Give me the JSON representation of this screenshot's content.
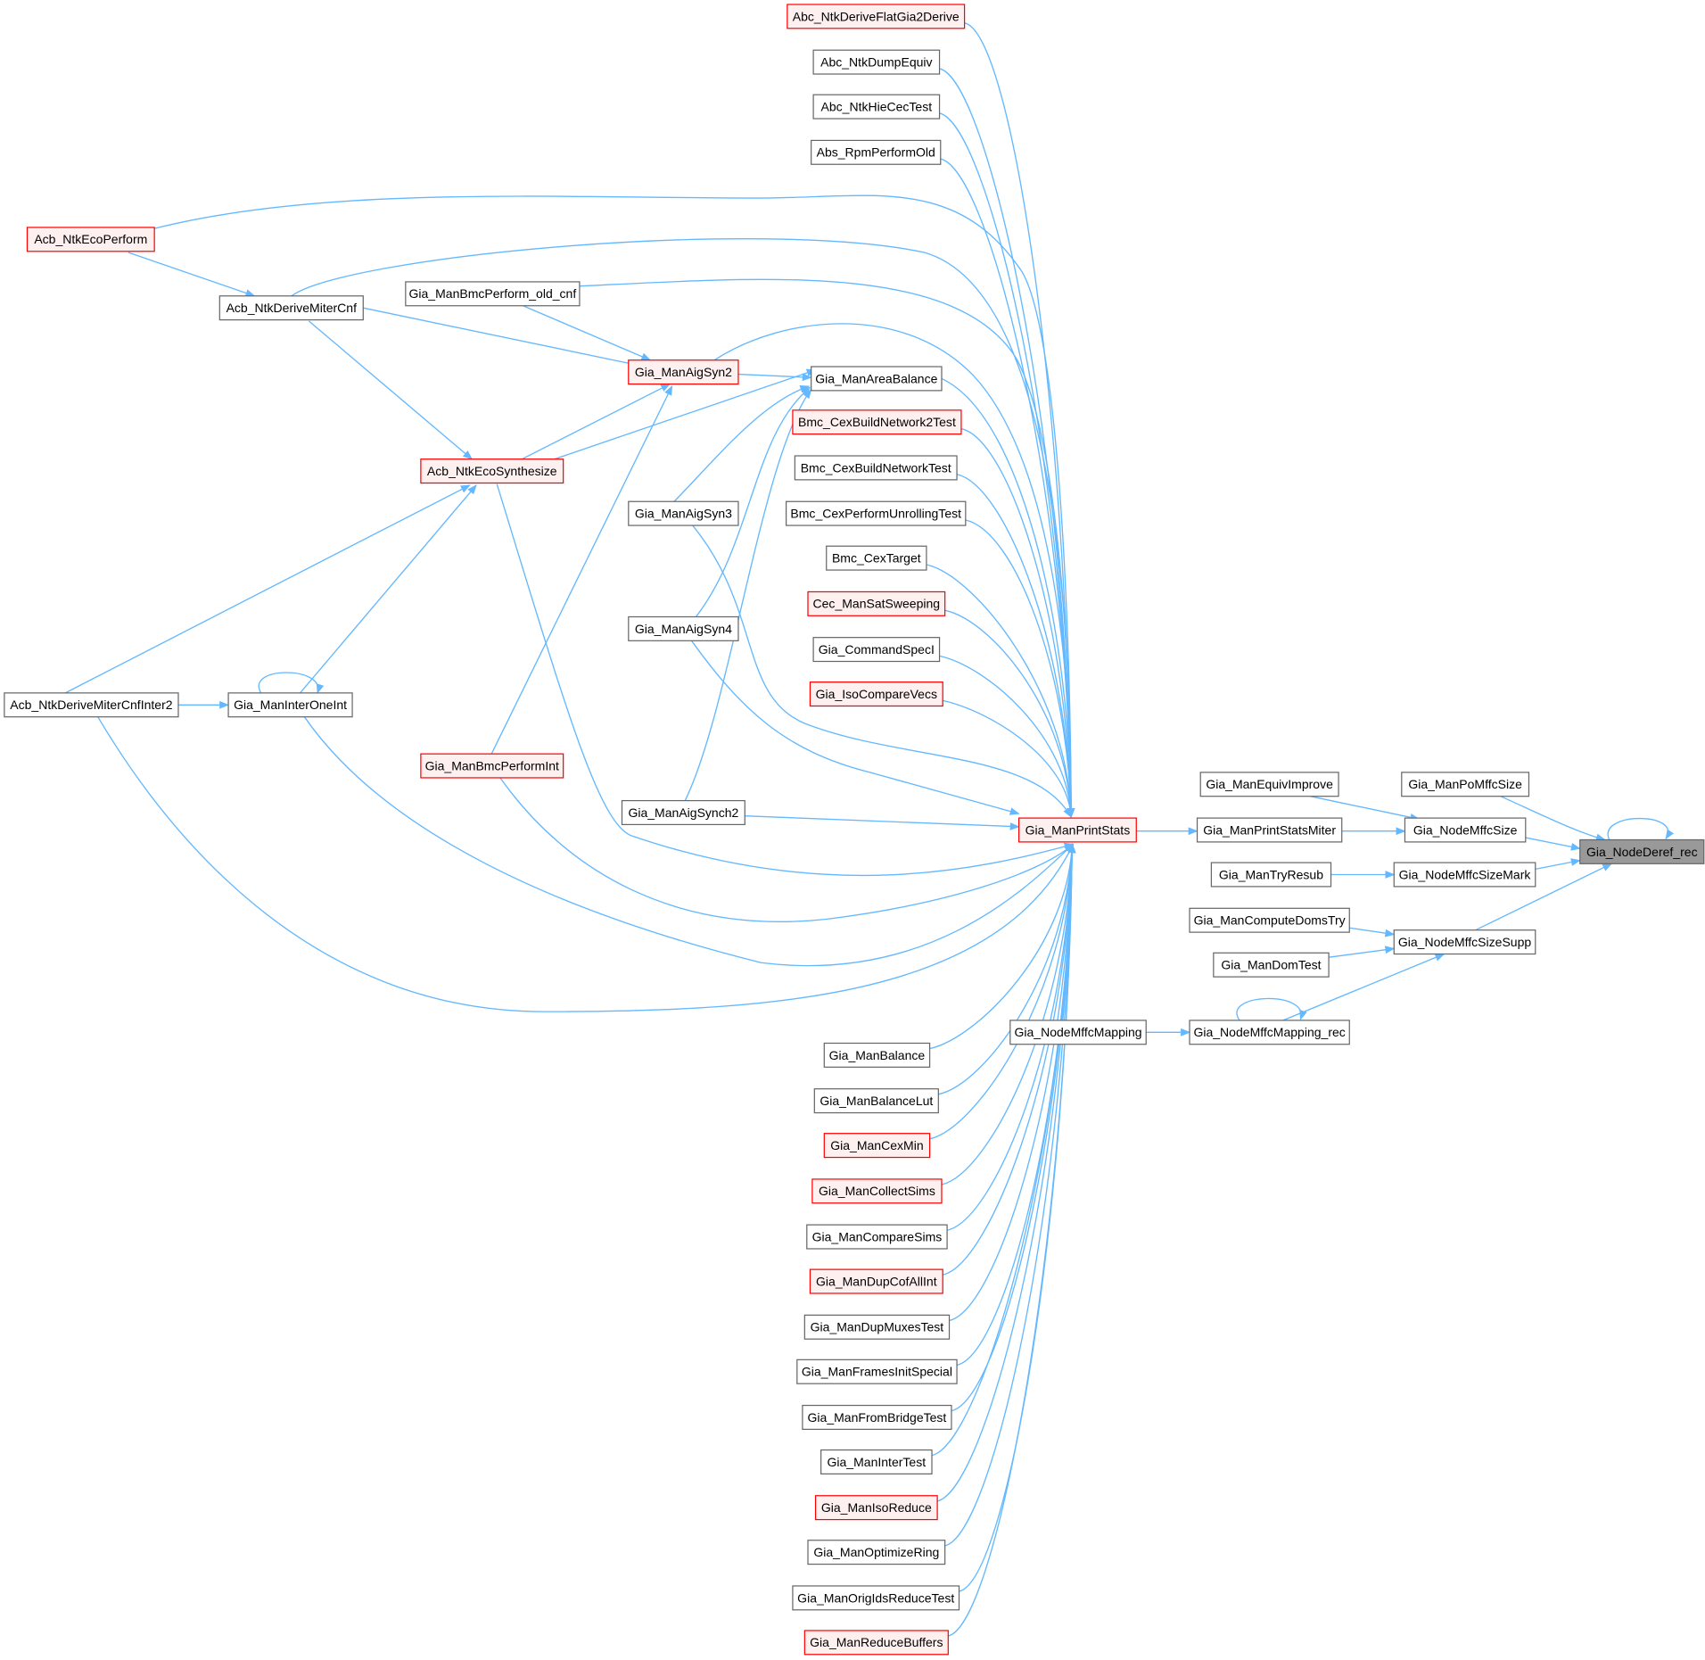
{
  "colors": {
    "edge": "#63b8ff",
    "normal_border": "#666666",
    "normal_fill": "#ffffff",
    "highlight_border": "#ff0000",
    "highlight_fill": "#fff0f0",
    "focus_fill": "#999999",
    "focus_border": "#666666"
  },
  "nodes": {
    "abc_ntkderiveflatgia2derive": {
      "label": "Abc_NtkDeriveFlatGia2Derive",
      "style": "red"
    },
    "abc_ntkdumpequiv": {
      "label": "Abc_NtkDumpEquiv",
      "style": "normal"
    },
    "abc_ntkhiecectest": {
      "label": "Abc_NtkHieCecTest",
      "style": "normal"
    },
    "abs_rpmperformold": {
      "label": "Abs_RpmPerformOld",
      "style": "normal"
    },
    "acb_ntkecoperform": {
      "label": "Acb_NtkEcoPerform",
      "style": "red"
    },
    "acb_ntkderivemitercnf": {
      "label": "Acb_NtkDeriveMiterCnf",
      "style": "normal"
    },
    "gia_manbmcperform_old_cnf": {
      "label": "Gia_ManBmcPerform_old_cnf",
      "style": "normal"
    },
    "gia_manaigsyn2": {
      "label": "Gia_ManAigSyn2",
      "style": "red"
    },
    "gia_manareabalance": {
      "label": "Gia_ManAreaBalance",
      "style": "normal"
    },
    "bmc_cexbuildnetwork2test": {
      "label": "Bmc_CexBuildNetwork2Test",
      "style": "red"
    },
    "acb_ntkecosynthesize": {
      "label": "Acb_NtkEcoSynthesize",
      "style": "red"
    },
    "bmc_cexbuildnetworktest": {
      "label": "Bmc_CexBuildNetworkTest",
      "style": "normal"
    },
    "bmc_cexperformunrollingtest": {
      "label": "Bmc_CexPerformUnrollingTest",
      "style": "normal"
    },
    "gia_manaigsyn3": {
      "label": "Gia_ManAigSyn3",
      "style": "normal"
    },
    "bmc_cextarget": {
      "label": "Bmc_CexTarget",
      "style": "normal"
    },
    "cec_mansatsweeping": {
      "label": "Cec_ManSatSweeping",
      "style": "red"
    },
    "gia_manaigsyn4": {
      "label": "Gia_ManAigSyn4",
      "style": "normal"
    },
    "gia_commandspeci": {
      "label": "Gia_CommandSpecI",
      "style": "normal"
    },
    "gia_isocomparevecs": {
      "label": "Gia_IsoCompareVecs",
      "style": "red"
    },
    "acb_ntkderivemitercnfinter2": {
      "label": "Acb_NtkDeriveMiterCnfInter2",
      "style": "normal"
    },
    "gia_maninteroneint": {
      "label": "Gia_ManInterOneInt",
      "style": "normal"
    },
    "gia_manbmcperformint": {
      "label": "Gia_ManBmcPerformInt",
      "style": "red"
    },
    "gia_manaigsynch2": {
      "label": "Gia_ManAigSynch2",
      "style": "normal"
    },
    "gia_manprintstats": {
      "label": "Gia_ManPrintStats",
      "style": "red"
    },
    "gia_manprintstatsmiter": {
      "label": "Gia_ManPrintStatsMiter",
      "style": "normal"
    },
    "gia_manequivimprove": {
      "label": "Gia_ManEquivImprove",
      "style": "normal"
    },
    "gia_manpomffcsize": {
      "label": "Gia_ManPoMffcSize",
      "style": "normal"
    },
    "gia_nodemffcsize": {
      "label": "Gia_NodeMffcSize",
      "style": "normal"
    },
    "gia_nodederef_rec": {
      "label": "Gia_NodeDeref_rec",
      "style": "focus"
    },
    "gia_mantryresub": {
      "label": "Gia_ManTryResub",
      "style": "normal"
    },
    "gia_nodemffcsizemark": {
      "label": "Gia_NodeMffcSizeMark",
      "style": "normal"
    },
    "gia_mancomputedomstry": {
      "label": "Gia_ManComputeDomsTry",
      "style": "normal"
    },
    "gia_nodemffcsizesupp": {
      "label": "Gia_NodeMffcSizeSupp",
      "style": "normal"
    },
    "gia_mandomtest": {
      "label": "Gia_ManDomTest",
      "style": "normal"
    },
    "gia_nodemffcmapping": {
      "label": "Gia_NodeMffcMapping",
      "style": "normal"
    },
    "gia_nodemffcmapping_rec": {
      "label": "Gia_NodeMffcMapping_rec",
      "style": "normal"
    },
    "gia_manbalance": {
      "label": "Gia_ManBalance",
      "style": "normal"
    },
    "gia_manbalancelut": {
      "label": "Gia_ManBalanceLut",
      "style": "normal"
    },
    "gia_mancexmin": {
      "label": "Gia_ManCexMin",
      "style": "red"
    },
    "gia_mancollectsims": {
      "label": "Gia_ManCollectSims",
      "style": "red"
    },
    "gia_mancomparesims": {
      "label": "Gia_ManCompareSims",
      "style": "normal"
    },
    "gia_mandupcofallint": {
      "label": "Gia_ManDupCofAllInt",
      "style": "red"
    },
    "gia_mandupmuxestest": {
      "label": "Gia_ManDupMuxesTest",
      "style": "normal"
    },
    "gia_manframesinitspecial": {
      "label": "Gia_ManFramesInitSpecial",
      "style": "normal"
    },
    "gia_manfrombridgetest": {
      "label": "Gia_ManFromBridgeTest",
      "style": "normal"
    },
    "gia_manintertest": {
      "label": "Gia_ManInterTest",
      "style": "normal"
    },
    "gia_manisoreduce": {
      "label": "Gia_ManIsoReduce",
      "style": "red"
    },
    "gia_manoptimizering": {
      "label": "Gia_ManOptimizeRing",
      "style": "normal"
    },
    "gia_manorigidsreducetest": {
      "label": "Gia_ManOrigIdsReduceTest",
      "style": "normal"
    },
    "gia_manreducebuffers": {
      "label": "Gia_ManReduceBuffers",
      "style": "red"
    }
  }
}
